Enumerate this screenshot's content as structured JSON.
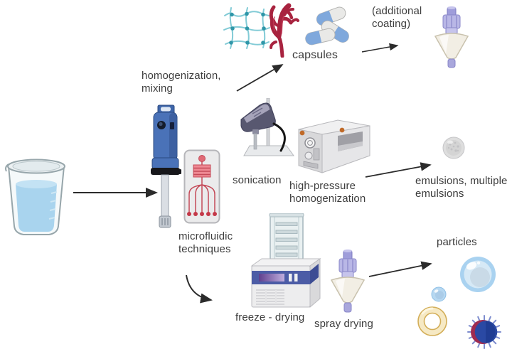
{
  "figure": {
    "description": "Encapsulation techniques flow diagram: liquid formulation processed by homogenization, sonication, high-pressure homogenization, microfluidics, freeze-drying and spray drying into capsules, emulsions and particles",
    "labels": {
      "homogenization": "homogenization,\nmixing",
      "capsules": "capsules",
      "additional_coating": "(additional\ncoating)",
      "sonication": "sonication",
      "high_pressure": "high-pressure\nhomogenization",
      "emulsions": "emulsions, multiple\nemulsions",
      "microfluidic": "microfluidic\ntechniques",
      "freeze_drying": "freeze - drying",
      "spray_drying": "spray drying",
      "particles": "particles"
    },
    "icons": [
      "beaker-icon",
      "immersion-homogenizer-icon",
      "microfluidic-chip-icon",
      "polymer-network-icon",
      "red-algae-icon",
      "capsules-icon",
      "spray-dryer-nozzle-icon-top",
      "probe-sonicator-icon",
      "high-pressure-homogenizer-icon",
      "emulsion-droplet-icon",
      "freeze-dryer-icon",
      "spray-dryer-nozzle-icon-bottom",
      "bubble-particle-icon",
      "small-particle-icon",
      "ring-particle-icon",
      "spiky-particle-icon"
    ],
    "colors": {
      "text": "#3d3d3d",
      "arrow": "#2b2b2b",
      "homogenizer_blue": "#4a72b8",
      "chip_red": "#c44a58",
      "network_teal": "#82cbd6",
      "algae_red": "#a8233f",
      "capsule_blue": "#7fa8dc",
      "nozzle_lavender": "#b9b7e6",
      "cone_cream": "#f2eee4",
      "freeze_dryer_blue": "#4c5ca6",
      "ring_gold": "#d3ae58",
      "spiky_navy": "#2a49a4",
      "bubble_blue": "#a9d2f0",
      "liquid_blue": "#a9d4ee"
    }
  }
}
